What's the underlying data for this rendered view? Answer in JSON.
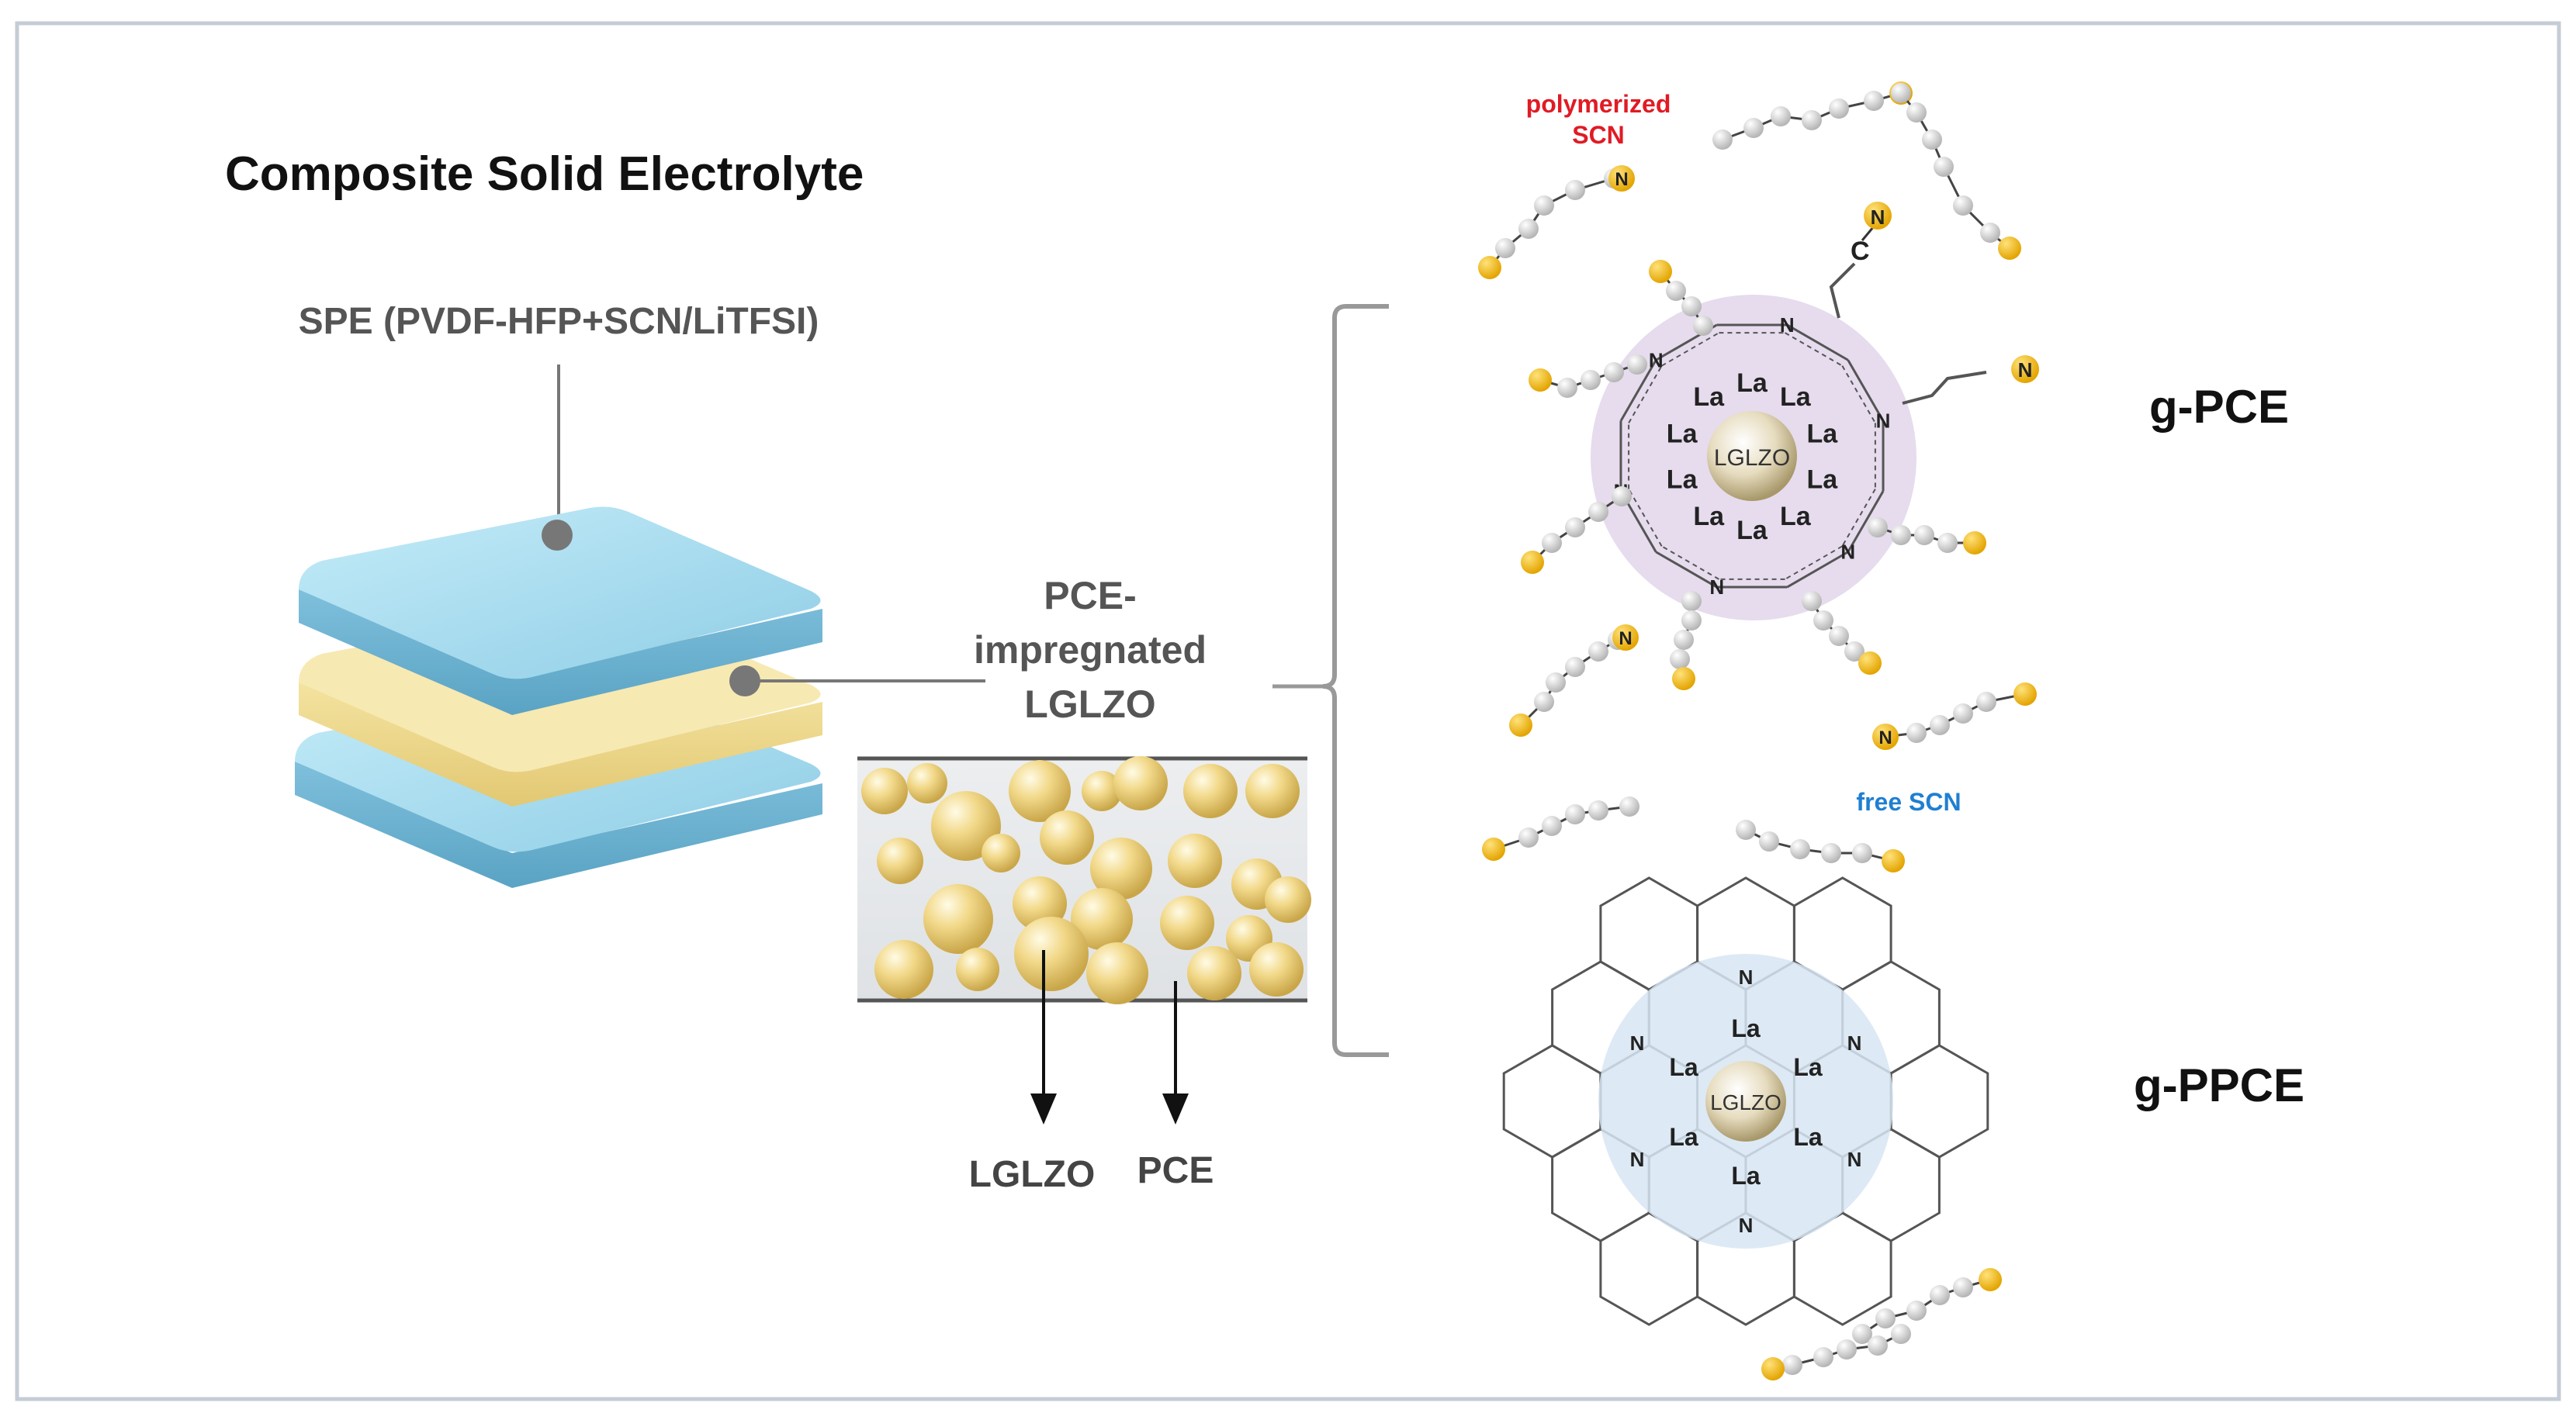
{
  "title": "Composite Solid Electrolyte",
  "labels": {
    "spe": "SPE (PVDF-HFP+SCN/LiTFSI)",
    "pce_impregnated": [
      "PCE-",
      "impregnated",
      "LGLZO"
    ],
    "arrow_lglzo": "LGLZO",
    "arrow_pce": "PCE",
    "g_pce": "g-PCE",
    "g_ppce": "g-PPCE",
    "polymerized_scn": [
      "polymerized",
      "SCN"
    ],
    "free_scn": "free SCN",
    "core": "LGLZO",
    "la": "La",
    "n": "N",
    "c": "C"
  },
  "colors": {
    "polymerized_label": "#e01b24",
    "free_label": "#1f7fd1",
    "pce_halo": "#e6dced",
    "ppce_halo": "#d7e6f3",
    "spe_layer": "#a9dcef",
    "lglzo_layer": "#f6e6a6",
    "particle": "#efd37a",
    "chain_node": "#cfcfcf",
    "chain_end": "#f3b300"
  }
}
